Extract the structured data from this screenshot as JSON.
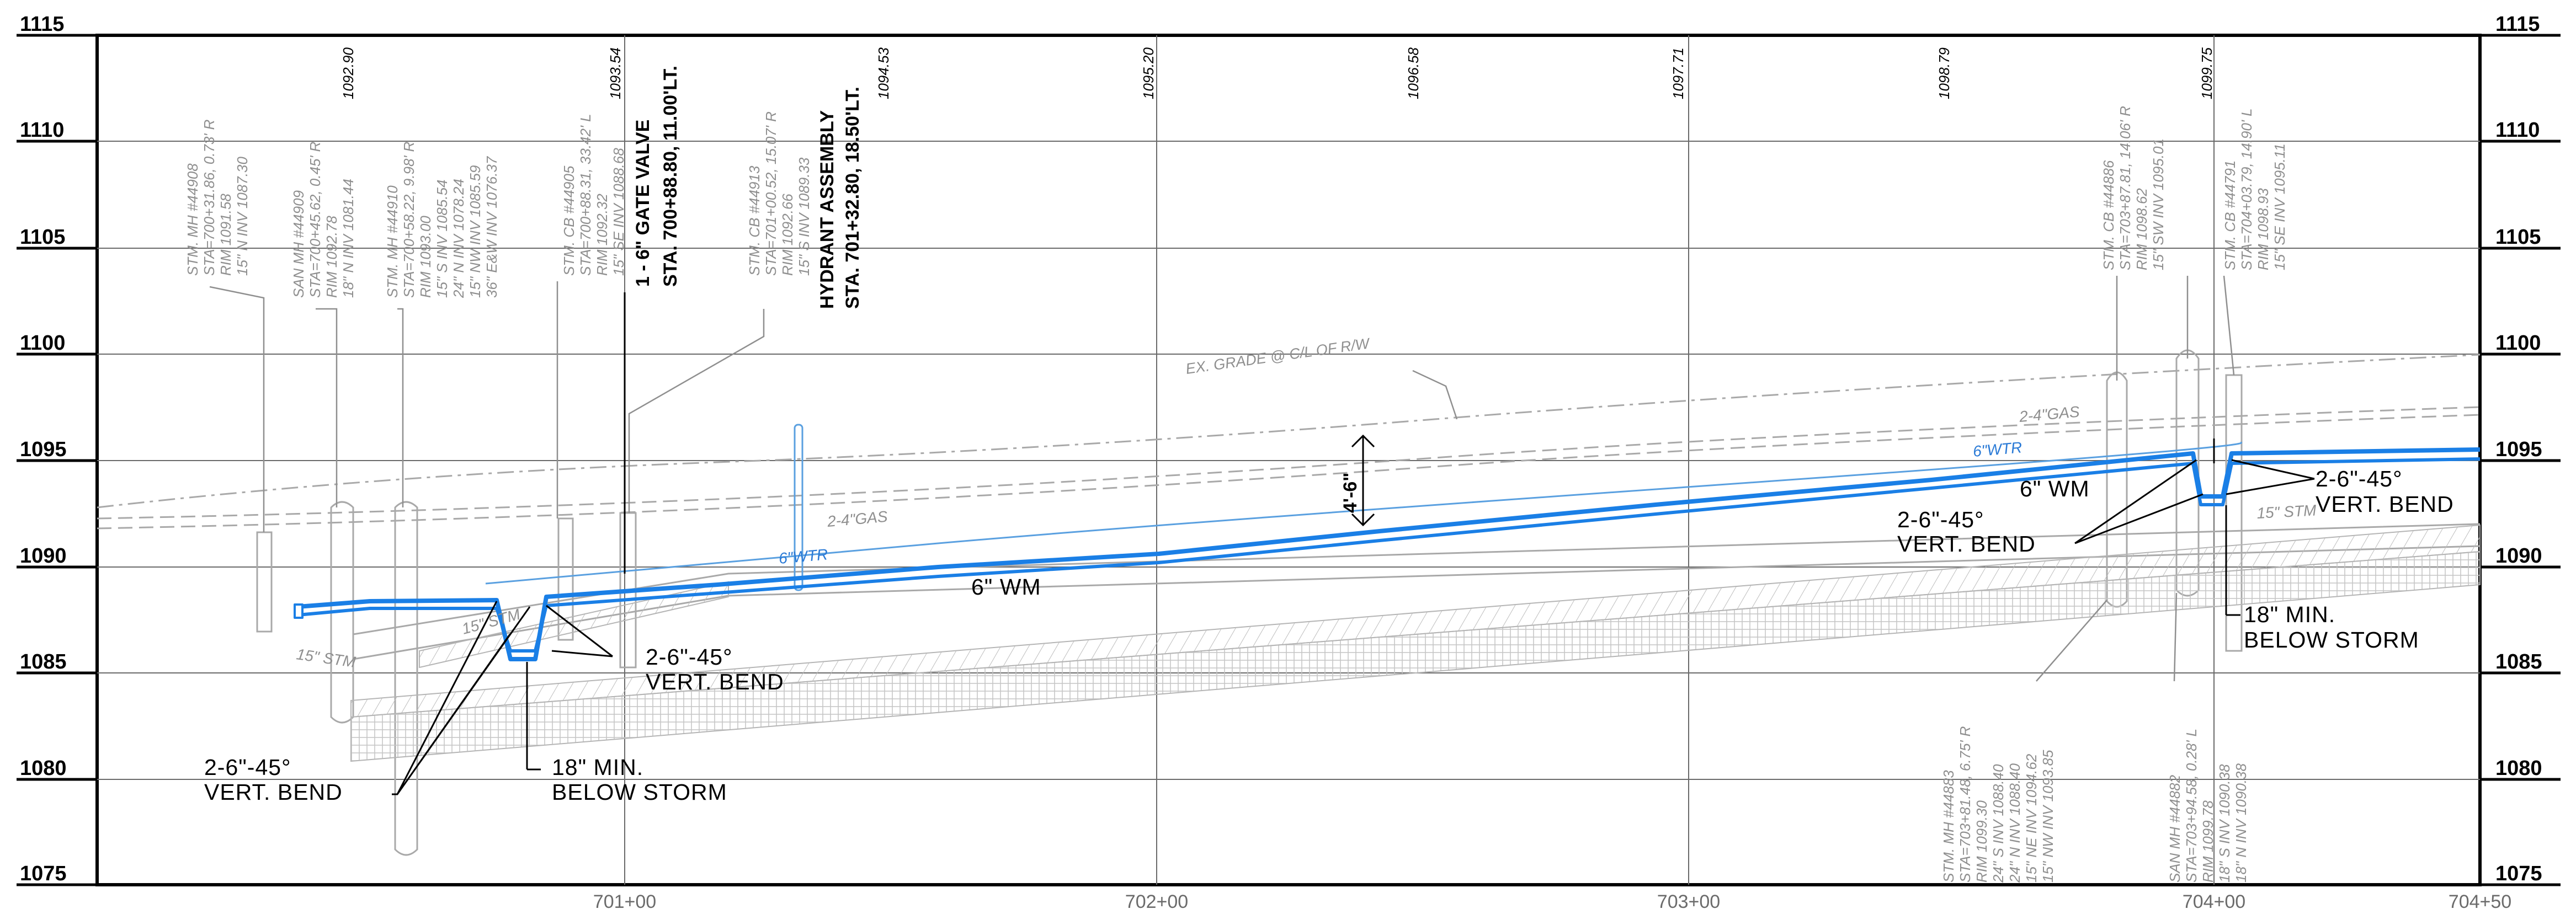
{
  "axes": {
    "elevations": [
      "1115",
      "1110",
      "1105",
      "1100",
      "1095",
      "1090",
      "1085",
      "1080",
      "1075"
    ],
    "stations": [
      "701+00",
      "702+00",
      "703+00",
      "704+00",
      "704+50"
    ],
    "elevation_ticks": [
      1115,
      1110,
      1105,
      1100,
      1095,
      1090,
      1085,
      1080,
      1075
    ]
  },
  "grade_elevations": [
    "1092.90",
    "1093.54",
    "1094.53",
    "1095.20",
    "1096.58",
    "1097.71",
    "1098.79",
    "1099.75"
  ],
  "structures": {
    "stm_mh_44908": "STM. MH #44908\nSTA=700+31.86, 0.73' R\nRIM 1091.58\n15\" N INV 1087.30",
    "san_mh_44909": "SAN MH #44909\nSTA=700+45.62, 0.45' R\nRIM 1092.78\n18\" N INV 1081.44",
    "stm_mh_44910": "STM. MH #44910\nSTA=700+58.22, 9.98' R\nRIM 1093.00\n15\" S INV 1085.54\n24\" N INV 1078.24\n15\" NW INV 1085.59\n36\" E&W INV 1076.37",
    "stm_cb_44905": "STM. CB #44905\nSTA=700+88.31, 33.42' L\nRIM 1092.32\n15\" SE INV 1088.68",
    "stm_cb_44913": "STM. CB #44913\nSTA=701+00.52, 15.07' R\nRIM 1092.66\n15\" S INV 1089.33",
    "stm_cb_44886": "STM. CB #44886\nSTA=703+87.81, 14.06' R\nRIM 1098.62\n15\" SW INV 1095.01",
    "stm_cb_44791": "STM. CB #44791\nSTA=704+03.79, 14.90' L\nRIM 1098.93\n15\" SE INV 1095.11",
    "stm_mh_44883": "STM. MH #44883\nSTA=703+81.48, 6.75' R\nRIM 1099.30\n24\" S INV 1088.40\n24\" N INV 1088.40\n15\" NE INV 1094.62\n15\" NW INV 1093.85",
    "san_mh_44882": "SAN MH #44882\nSTA=703+94.58, 0.28' L\nRIM 1099.78\n18\" S INV 1090.38\n18\" N INV 1090.38"
  },
  "labels": {
    "gate_valve_1": "1 - 6\" GATE VALVE",
    "gate_valve_2": "STA. 700+88.80, 11.00'LT.",
    "hydrant_1": "HYDRANT ASSEMBLY",
    "hydrant_2": "STA. 701+32.80, 18.50'LT.",
    "ex_grade": "EX. GRADE @ C/L OF R/W",
    "gas_left": "2-4\"GAS",
    "gas_right": "2-4\"GAS",
    "wtr_left": "6\"WTR",
    "wtr_right": "6\"WTR",
    "wm_left": "6\" WM",
    "wm_right": "6\" WM",
    "stm_15_a": "15\" STM",
    "stm_15_b": "15\" STM",
    "stm_15_c": "15\" STM",
    "cover": "4'-6\"",
    "bend_left_1": "2-6\"-45°",
    "bend_left_2": "VERT. BEND",
    "bend_mid_1": "2-6\"-45°",
    "bend_mid_2": "VERT. BEND",
    "bend_right_a1": "2-6\"-45°",
    "bend_right_a2": "VERT. BEND",
    "bend_right_b1": "2-6\"-45°",
    "bend_right_b2": "VERT. BEND",
    "storm_left_1": "18\" MIN.",
    "storm_left_2": "BELOW STORM",
    "storm_right_1": "18\" MIN.",
    "storm_right_2": "BELOW STORM"
  },
  "colors": {
    "water_main": "#1a7fe6",
    "existing_water": "#5aa0e0",
    "existing": "#a9a9a9",
    "grid": "#6a6a6a",
    "text": "#000000"
  }
}
